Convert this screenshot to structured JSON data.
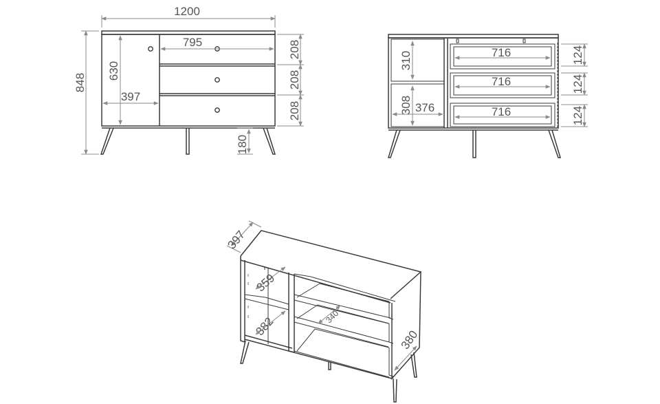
{
  "front_view": {
    "width": "1200",
    "height": "848",
    "door_height": "630",
    "door_width": "397",
    "drawer_width": "795",
    "drawer_1_height": "208",
    "drawer_2_height": "208",
    "drawer_3_height": "208",
    "leg_height": "180"
  },
  "interior_view": {
    "upper_shelf_height": "310",
    "lower_shelf_height": "308",
    "shelf_width": "376",
    "drawer_1_inner_width": "716",
    "drawer_2_inner_width": "716",
    "drawer_3_inner_width": "716",
    "drawer_1_inner_height": "124",
    "drawer_2_inner_height": "124",
    "drawer_3_inner_height": "124"
  },
  "iso_view": {
    "depth": "397",
    "upper_shelf_depth": "359",
    "lower_shelf_depth": "382",
    "drawer_depth": "340",
    "drawer_side_depth": "380"
  }
}
